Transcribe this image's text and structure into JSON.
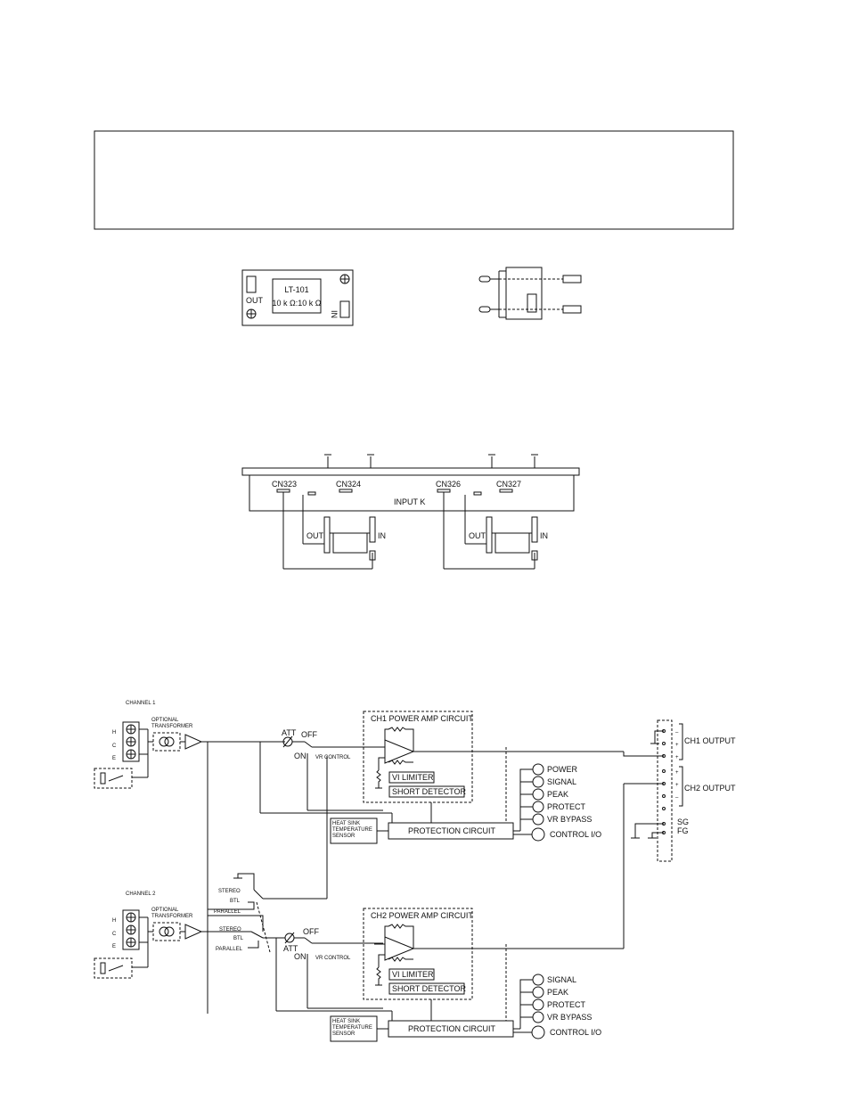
{
  "module": {
    "title": "LT-101",
    "ratio": "10 k Ω:10 k Ω",
    "out": "OUT",
    "in": "IN"
  },
  "input_board": {
    "connectors": [
      "CN323",
      "CN324",
      "CN326",
      "CN327"
    ],
    "label": "INPUT K",
    "out": "OUT",
    "in": "IN"
  },
  "block": {
    "ch1_label": "CHANNEL 1",
    "ch2_label": "CHANNEL 2",
    "hce": [
      "H",
      "C",
      "E"
    ],
    "opt_transformer": "OPTIONAL\nTRANSFORMER",
    "att": "ATT",
    "off": "OFF",
    "on": "ON",
    "vr_control": "VR CONTROL",
    "ch1_amp": "CH1 POWER AMP CIRCUIT",
    "ch2_amp": "CH2 POWER AMP CIRCUIT",
    "vi_limiter": "VI LIMITER",
    "short_detector": "SHORT DETECTOR",
    "heat_sink": "HEAT SINK\nTEMPERATURE\nSENSOR",
    "protection": "PROTECTION CIRCUIT",
    "ch1_leds": [
      "POWER",
      "SIGNAL",
      "PEAK",
      "PROTECT",
      "VR BYPASS"
    ],
    "ch2_leds": [
      "SIGNAL",
      "PEAK",
      "PROTECT",
      "VR BYPASS"
    ],
    "control_io": "CONTROL I/O",
    "ch1_output": "CH1 OUTPUT",
    "ch2_output": "CH2 OUTPUT",
    "sg": "SG",
    "fg": "FG",
    "stereo": "STEREO",
    "btl": "BTL",
    "parallel": "PARALLEL"
  }
}
